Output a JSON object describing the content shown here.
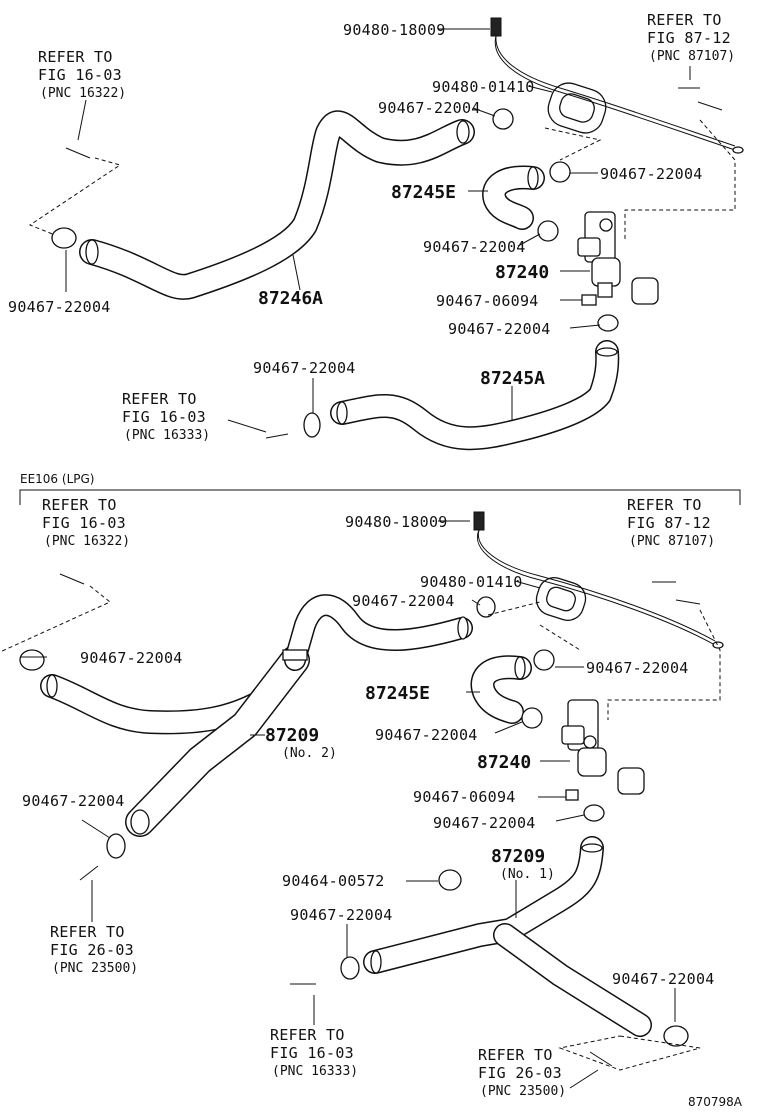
{
  "upper": {
    "refer_a": {
      "line1": "REFER TO",
      "line2": "FIG 16-03",
      "line3": "(PNC 16322)"
    },
    "refer_b": {
      "line1": "REFER TO",
      "line2": "FIG 87-12",
      "line3": "(PNC 87107)"
    },
    "refer_c": {
      "line1": "REFER TO",
      "line2": "FIG 16-03",
      "line3": "(PNC 16333)"
    },
    "labels": {
      "grommet": "90480-18009",
      "gasket": "90480-01410",
      "clip_top": "90467-22004",
      "clip_right": "90467-22004",
      "hose_e": "87245E",
      "clip_mid": "90467-22004",
      "valve": "87240",
      "clip_left": "90467-22004",
      "hose_a_big": "87246A",
      "plug": "90467-06094",
      "clip_bottom": "90467-22004",
      "clip_lower": "90467-22004",
      "hose_a": "87245A"
    }
  },
  "lower": {
    "section_title": "EE106 (LPG)",
    "refer_a": {
      "line1": "REFER TO",
      "line2": "FIG 16-03",
      "line3": "(PNC 16322)"
    },
    "refer_b": {
      "line1": "REFER TO",
      "line2": "FIG 87-12",
      "line3": "(PNC 87107)"
    },
    "refer_c": {
      "line1": "REFER TO",
      "line2": "FIG 26-03",
      "line3": "(PNC 23500)"
    },
    "refer_d": {
      "line1": "REFER TO",
      "line2": "FIG 16-03",
      "line3": "(PNC 16333)"
    },
    "refer_e": {
      "line1": "REFER TO",
      "line2": "FIG 26-03",
      "line3": "(PNC 23500)"
    },
    "labels": {
      "grommet": "90480-18009",
      "gasket": "90480-01410",
      "clip_top": "90467-22004",
      "clip_left": "90467-22004",
      "clip_right": "90467-22004",
      "hose_e": "87245E",
      "clip_mid": "90467-22004",
      "valve": "87240",
      "hose_209_no2": "87209",
      "no2": "(No. 2)",
      "clip_far_left": "90467-22004",
      "plug": "90467-06094",
      "clip_valve_bottom": "90467-22004",
      "hose_209_no1": "87209",
      "no1": "(No. 1)",
      "clamp": "90464-00572",
      "clip_tee": "90467-22004",
      "clip_br": "90467-22004"
    }
  },
  "figure_id": "870798A"
}
